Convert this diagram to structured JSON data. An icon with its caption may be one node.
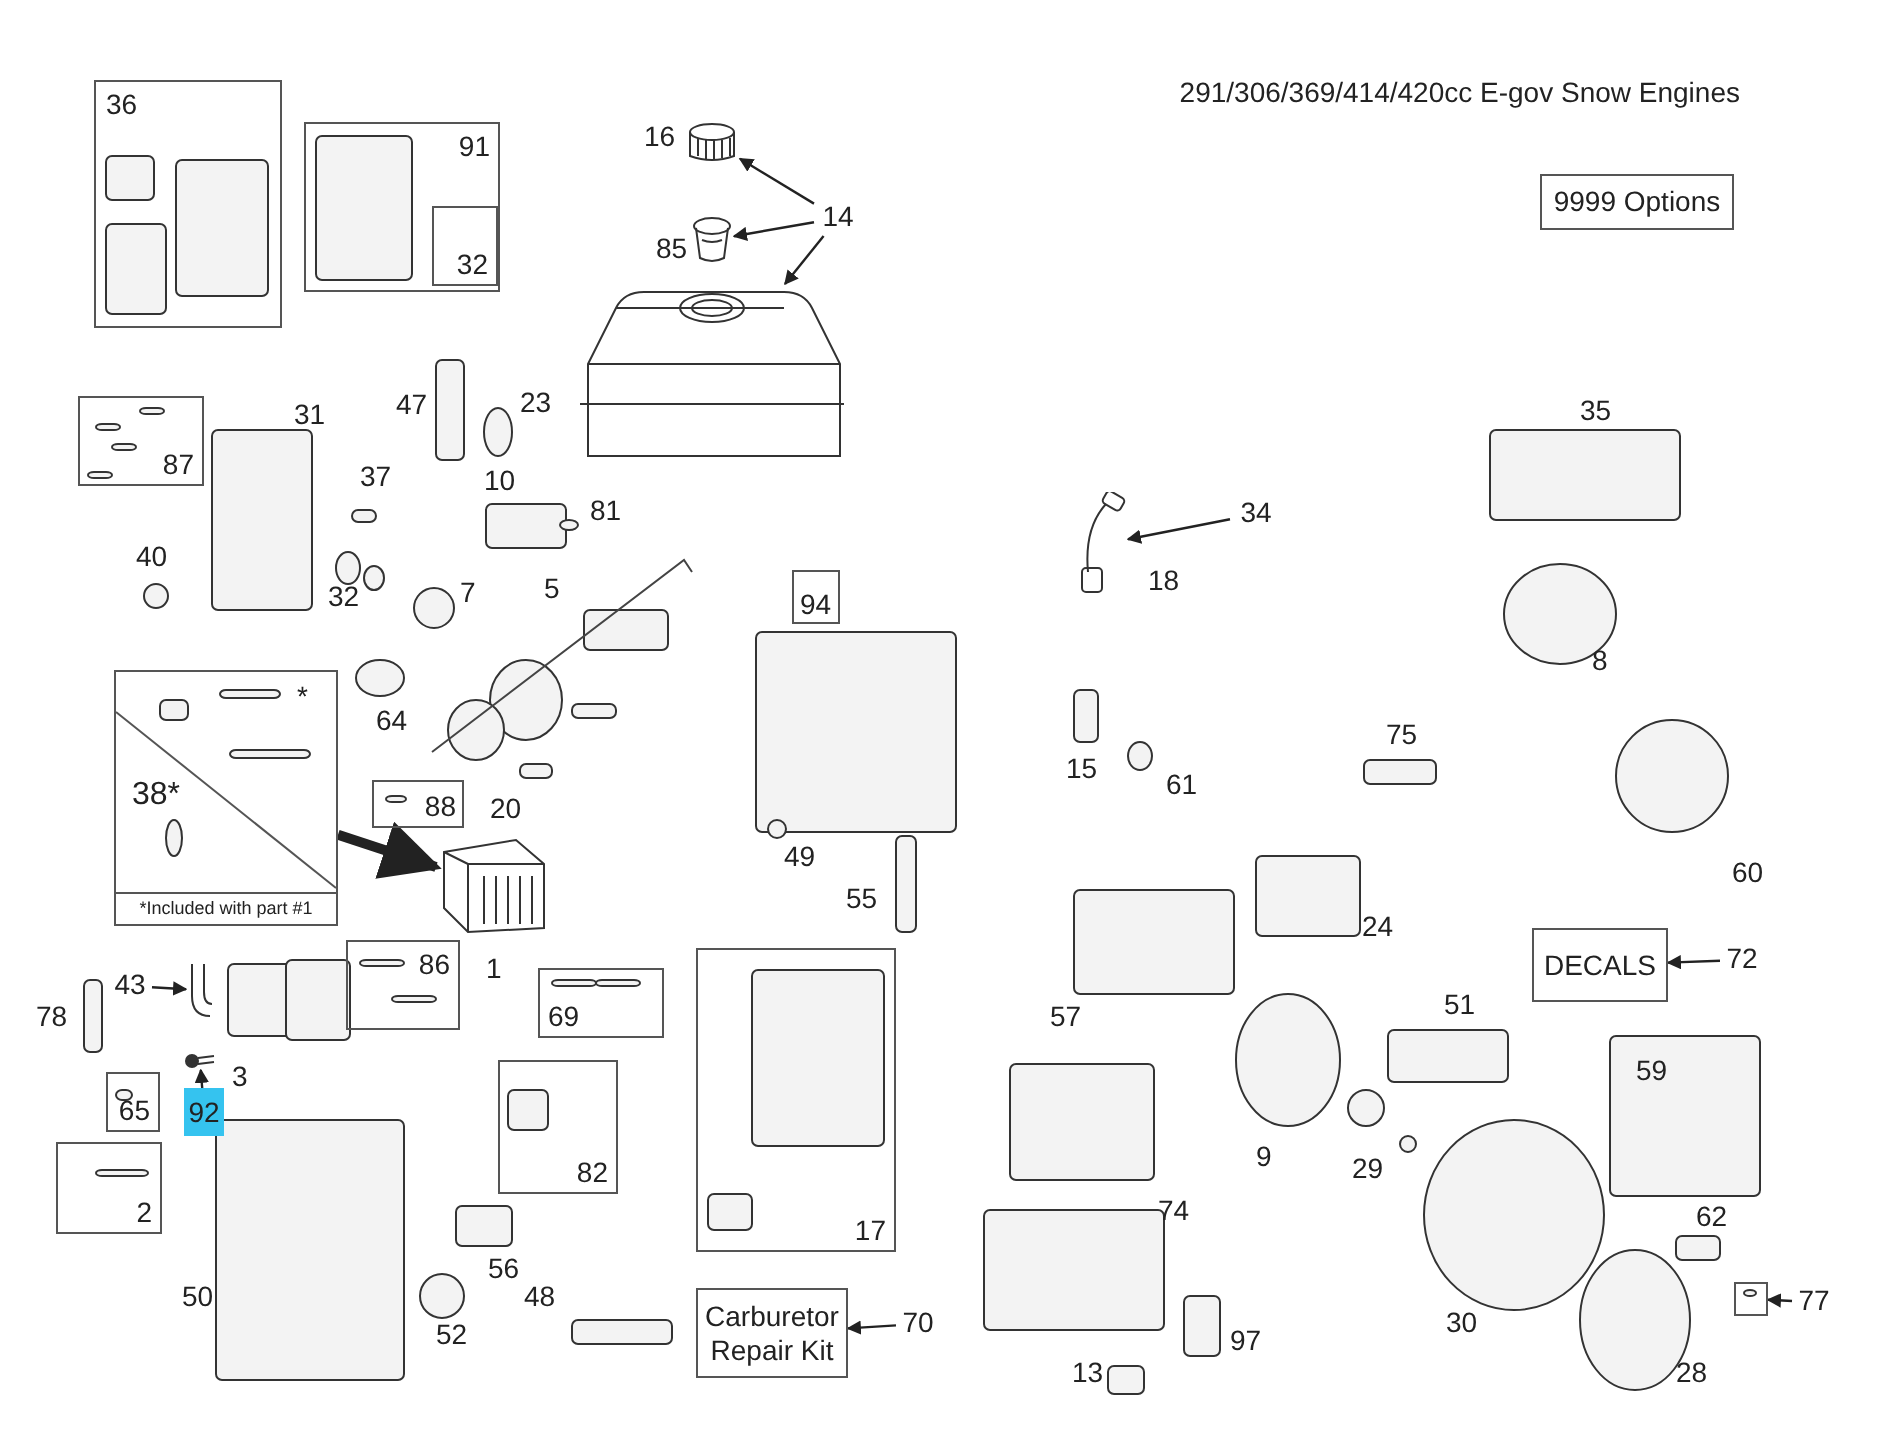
{
  "diagram": {
    "title": "291/306/369/414/420cc E-gov Snow Engines",
    "nodes": [
      {
        "text": [
          "36"
        ]
      },
      {
        "text": [
          "91"
        ]
      },
      {
        "text": [
          "32"
        ],
        "in": 1
      },
      {
        "text": [
          "14"
        ]
      },
      {
        "text": [],
        "shape": "picture"
      },
      {
        "text": [],
        "shape": "picture"
      },
      {
        "text": [],
        "shape": "picture"
      },
      {
        "text": [
          "87"
        ]
      },
      {
        "text": [
          "94"
        ]
      },
      {
        "text": [
          "34"
        ]
      },
      {
        "text": [],
        "shape": "picture",
        "beside": [
          "18"
        ]
      },
      {
        "text": [
          "9999  Options"
        ]
      },
      {
        "text": [
          "*",
          "38*",
          "*Included with part #1"
        ]
      },
      {
        "text": [],
        "shape": "picture"
      },
      {
        "text": [
          "88"
        ]
      },
      {
        "text": [
          "43"
        ]
      },
      {
        "text": [],
        "shape": "picture"
      },
      {
        "text": [
          "92"
        ]
      },
      {
        "text": [],
        "shape": "picture"
      },
      {
        "text": [
          "86"
        ]
      },
      {
        "text": [
          "69"
        ]
      },
      {
        "text": [
          "65"
        ]
      },
      {
        "text": [
          "2"
        ]
      },
      {
        "text": [
          "82"
        ]
      },
      {
        "text": [
          "17"
        ]
      },
      {
        "text": [
          "DECALS"
        ]
      },
      {
        "text": [
          "72"
        ]
      },
      {
        "text": [
          "Carburetor Repair Kit"
        ]
      },
      {
        "text": [
          "70"
        ]
      },
      {
        "text": [],
        "shape": "box"
      },
      {
        "text": [
          "77"
        ]
      }
    ],
    "edges": [
      {
        "from": 3,
        "to": 4,
        "arrow": "to"
      },
      {
        "from": 3,
        "to": 5,
        "arrow": "to"
      },
      {
        "from": 3,
        "to": 6,
        "arrow": "to"
      },
      {
        "from": 9,
        "to": 10,
        "arrow": "to"
      },
      {
        "from": 12,
        "to": 13,
        "arrow": "to",
        "style": "thick"
      },
      {
        "from": 15,
        "to": 16,
        "arrow": "to"
      },
      {
        "from": 17,
        "to": 18,
        "arrow": "to"
      },
      {
        "from": 26,
        "to": 25,
        "arrow": "to"
      },
      {
        "from": 28,
        "to": 27,
        "arrow": "to"
      },
      {
        "from": 30,
        "to": 29,
        "arrow": "to"
      }
    ],
    "labels": [
      "16",
      "85",
      "47",
      "23",
      "31",
      "37",
      "10",
      "81",
      "40",
      "32",
      "7",
      "5",
      "35",
      "8",
      "64",
      "20",
      "49",
      "15",
      "61",
      "75",
      "55",
      "60",
      "1",
      "24",
      "57",
      "51",
      "78",
      "3",
      "59",
      "9",
      "29",
      "74",
      "50",
      "56",
      "52",
      "48",
      "62",
      "30",
      "97",
      "13",
      "28"
    ]
  }
}
